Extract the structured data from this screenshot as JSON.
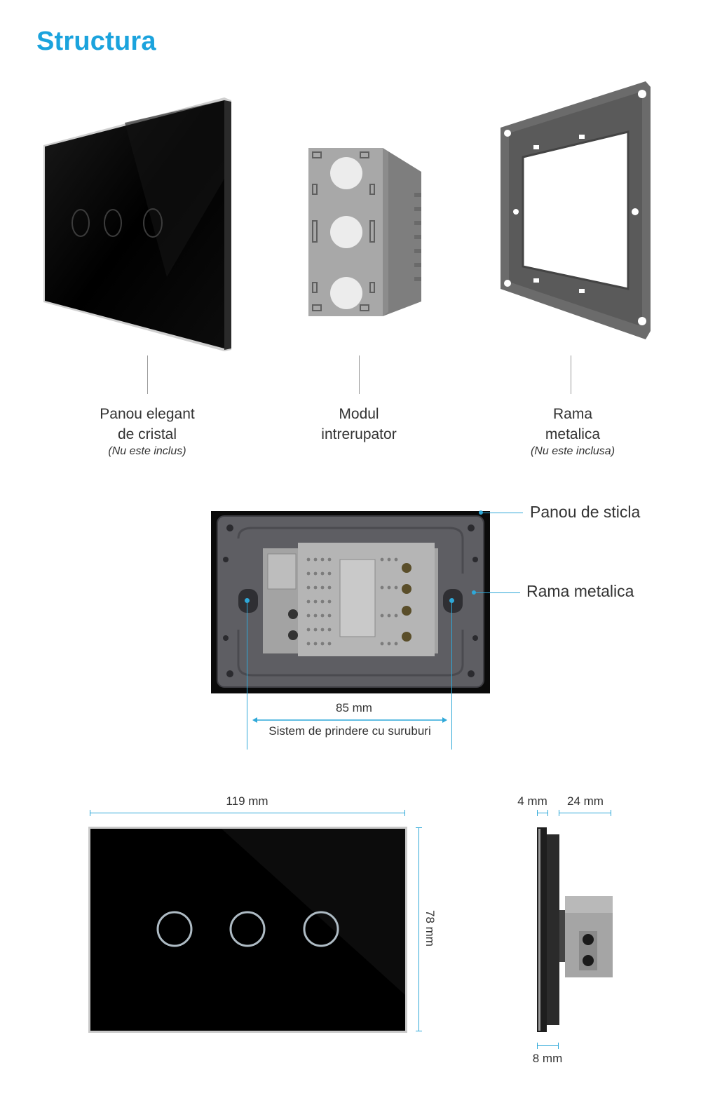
{
  "title": "Structura",
  "components": [
    {
      "name_line1": "Panou elegant",
      "name_line2": "de cristal",
      "note": "(Nu este inclus)"
    },
    {
      "name_line1": "Modul",
      "name_line2": "intrerupator",
      "note": ""
    },
    {
      "name_line1": "Rama",
      "name_line2": "metalica",
      "note": "(Nu este inclusa)"
    }
  ],
  "back_view": {
    "callout_glass": "Panou de sticla",
    "callout_frame": "Rama metalica",
    "mount_distance": "85 mm",
    "mount_caption": "Sistem de prindere cu suruburi"
  },
  "dimensions": {
    "width": "119 mm",
    "height": "78 mm",
    "glass_thickness": "4 mm",
    "module_depth": "24 mm",
    "frame_offset": "8 mm"
  },
  "colors": {
    "accent": "#1ba3dd",
    "dimension_line": "#2fa8d8",
    "panel": "#050505",
    "module": "#9c9c9c",
    "frame": "#5b5b5b"
  }
}
